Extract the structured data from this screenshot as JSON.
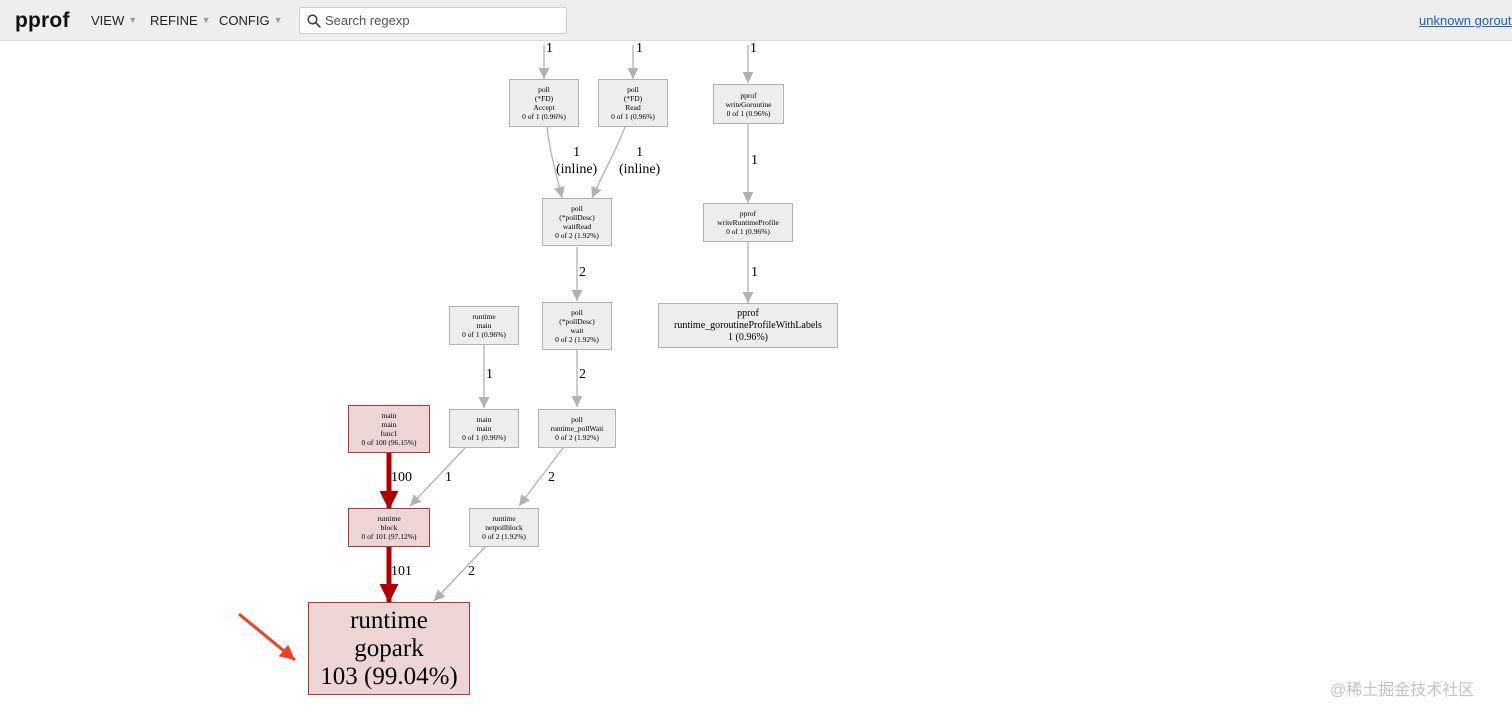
{
  "toolbar": {
    "logo": "pprof",
    "menus": {
      "view": "VIEW",
      "refine": "REFINE",
      "config": "CONFIG"
    },
    "search_placeholder": "Search regexp",
    "source_link": "unknown goroutine"
  },
  "graph": {
    "nodes": {
      "poll_accept": [
        "poll",
        "(*FD)",
        "Accept",
        "0 of 1 (0.96%)"
      ],
      "poll_read": [
        "poll",
        "(*FD)",
        "Read",
        "0 of 1 (0.96%)"
      ],
      "pprof_write_goroutine": [
        "pprof",
        "writeGoroutine",
        "0 of 1 (0.96%)"
      ],
      "poll_wait_read": [
        "poll",
        "(*pollDesc)",
        "waitRead",
        "0 of 2 (1.92%)"
      ],
      "pprof_write_runtime_profile": [
        "pprof",
        "writeRuntimeProfile",
        "0 of 1 (0.96%)"
      ],
      "runtime_main": [
        "runtime",
        "main",
        "0 of 1 (0.96%)"
      ],
      "poll_wait": [
        "poll",
        "(*pollDesc)",
        "wait",
        "0 of 2 (1.92%)"
      ],
      "pprof_goroutine_profile": [
        "pprof",
        "runtime_goroutineProfileWithLabels",
        "1 (0.96%)"
      ],
      "main_main_func1": [
        "main",
        "main",
        "func1",
        "0 of 100 (96.15%)"
      ],
      "main_main": [
        "main",
        "main",
        "0 of 1 (0.96%)"
      ],
      "poll_runtime_pollwait": [
        "poll",
        "runtime_pollWait",
        "0 of 2 (1.92%)"
      ],
      "runtime_block": [
        "runtime",
        "block",
        "0 of 101 (97.12%)"
      ],
      "runtime_netpollblock": [
        "runtime",
        "netpollblock",
        "0 of 2 (1.92%)"
      ],
      "runtime_gopark": [
        "runtime",
        "gopark",
        "103 (99.04%)"
      ]
    },
    "edges": {
      "top_accept": "1",
      "top_read": "1",
      "top_write_goroutine": "1",
      "accept_waitread": [
        "1",
        "(inline)"
      ],
      "read_waitread": [
        "1",
        "(inline)"
      ],
      "writegoroutine_writeruntime": "1",
      "writeruntime_goroutineprofile": "1",
      "waitread_wait": "2",
      "runtimemain_mainmain": "1",
      "wait_pollwait": "2",
      "func1_block": "100",
      "mainmain_block": "1",
      "pollwait_netpollblock": "2",
      "block_gopark": "101",
      "netpollblock_gopark": "2"
    },
    "colors": {
      "hot": "#b20000",
      "cold": "#b2b2b2",
      "callout_arrow": "#f0401f"
    }
  },
  "watermark": "@稀土掘金技术社区"
}
